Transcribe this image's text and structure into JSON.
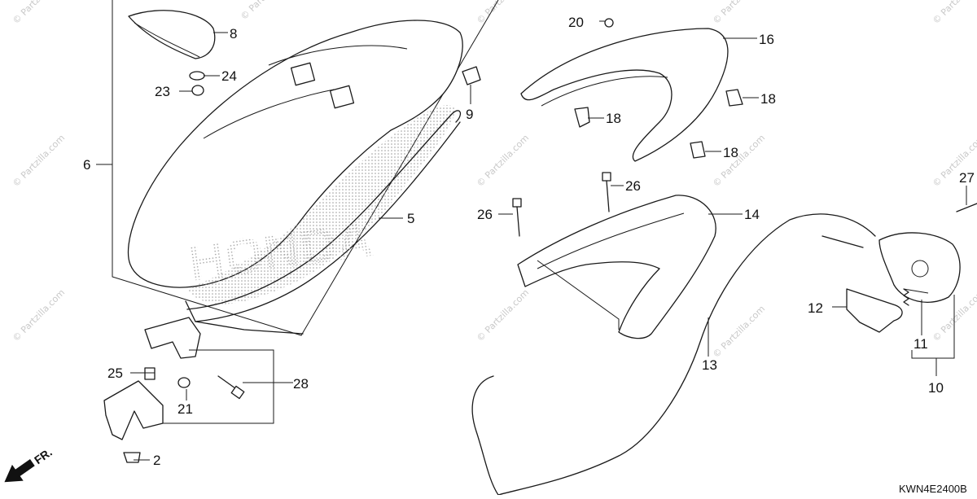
{
  "diagram": {
    "callouts": {
      "c2": "2",
      "c5": "5",
      "c6": "6",
      "c8": "8",
      "c9": "9",
      "c10": "10",
      "c11": "11",
      "c12": "12",
      "c13": "13",
      "c14": "14",
      "c16": "16",
      "c18a": "18",
      "c18b": "18",
      "c18c": "18",
      "c20": "20",
      "c21": "21",
      "c23": "23",
      "c24": "24",
      "c25": "25",
      "c26a": "26",
      "c26b": "26",
      "c27": "27",
      "c28": "28"
    },
    "watermark": "© Partzilla.com",
    "front_indicator": "FR.",
    "diagram_code": "KWN4E2400B",
    "brand_mark": "HONDA"
  }
}
